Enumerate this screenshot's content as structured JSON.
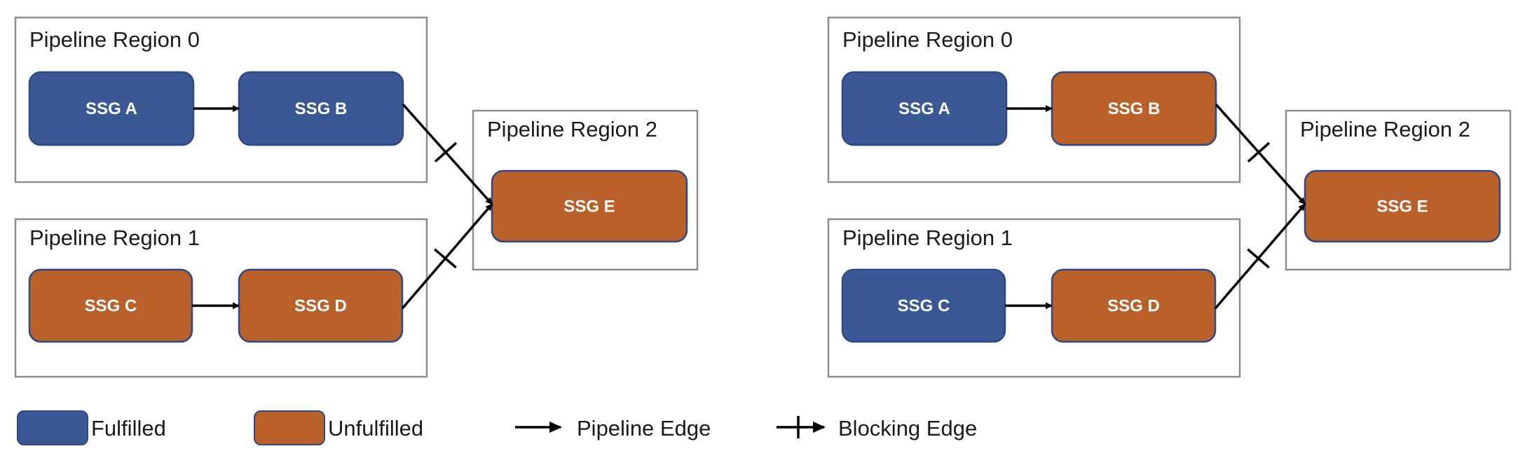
{
  "colors": {
    "fulfilled": "#395894",
    "unfulfilled": "#b9602b",
    "node_border": "#2e4a86",
    "region_border": "#8c8c8c",
    "edge": "#000000"
  },
  "diagrams": [
    {
      "regions": [
        {
          "id": "r0",
          "label": "Pipeline Region 0"
        },
        {
          "id": "r1",
          "label": "Pipeline Region 1"
        },
        {
          "id": "r2",
          "label": "Pipeline Region 2"
        }
      ],
      "nodes": [
        {
          "id": "a",
          "label": "SSG A",
          "state": "fulfilled"
        },
        {
          "id": "b",
          "label": "SSG B",
          "state": "fulfilled"
        },
        {
          "id": "c",
          "label": "SSG C",
          "state": "unfulfilled"
        },
        {
          "id": "d",
          "label": "SSG D",
          "state": "unfulfilled"
        },
        {
          "id": "e",
          "label": "SSG E",
          "state": "unfulfilled"
        }
      ],
      "edges": [
        {
          "from": "a",
          "to": "b",
          "type": "pipeline"
        },
        {
          "from": "c",
          "to": "d",
          "type": "pipeline"
        },
        {
          "from": "b",
          "to": "e",
          "type": "blocking"
        },
        {
          "from": "d",
          "to": "e",
          "type": "blocking"
        }
      ]
    },
    {
      "regions": [
        {
          "id": "r0",
          "label": "Pipeline Region 0"
        },
        {
          "id": "r1",
          "label": "Pipeline Region 1"
        },
        {
          "id": "r2",
          "label": "Pipeline Region 2"
        }
      ],
      "nodes": [
        {
          "id": "a",
          "label": "SSG A",
          "state": "fulfilled"
        },
        {
          "id": "b",
          "label": "SSG B",
          "state": "unfulfilled"
        },
        {
          "id": "c",
          "label": "SSG C",
          "state": "fulfilled"
        },
        {
          "id": "d",
          "label": "SSG D",
          "state": "unfulfilled"
        },
        {
          "id": "e",
          "label": "SSG E",
          "state": "unfulfilled"
        }
      ],
      "edges": [
        {
          "from": "a",
          "to": "b",
          "type": "pipeline"
        },
        {
          "from": "c",
          "to": "d",
          "type": "pipeline"
        },
        {
          "from": "b",
          "to": "e",
          "type": "blocking"
        },
        {
          "from": "d",
          "to": "e",
          "type": "blocking"
        }
      ]
    }
  ],
  "legend": {
    "fulfilled": "Fulfilled",
    "unfulfilled": "Unfulfilled",
    "pipeline_edge": "Pipeline Edge",
    "blocking_edge": "Blocking Edge"
  }
}
